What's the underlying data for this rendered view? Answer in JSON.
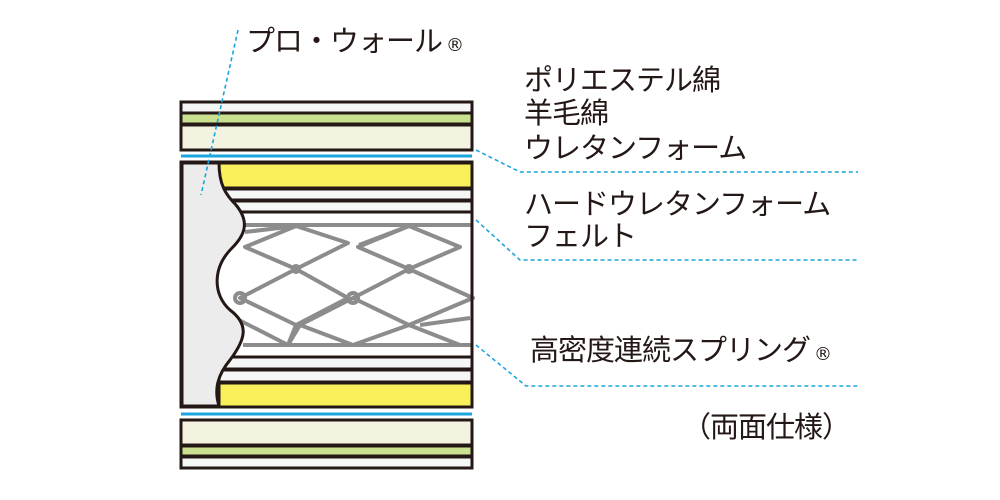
{
  "labels": {
    "pro_wall": "プロ・ウォール",
    "registered_mark": "®",
    "polyester": "ポリエステル綿",
    "wool": "羊毛綿",
    "urethane": "ウレタンフォーム",
    "hard_urethane": "ハードウレタンフォーム",
    "felt": "フェルト",
    "spring": "高密度連続スプリング",
    "double_sided": "（両面仕様）"
  },
  "colors": {
    "outline": "#231815",
    "green": "#c8e08f",
    "cream": "#f4f3e2",
    "yellow": "#f8ef5a",
    "white_layer": "#f5f6f6",
    "side_gray": "#ececec",
    "spring_gray": "#8c8c8c",
    "leader_blue": "#1aa5dc"
  }
}
